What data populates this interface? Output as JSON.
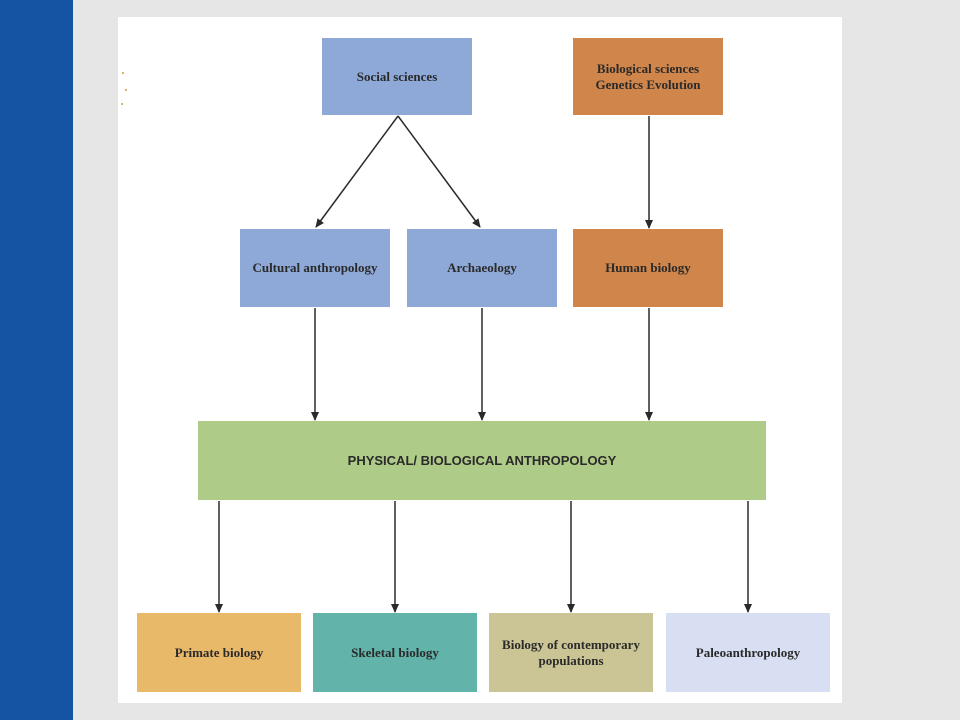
{
  "colors": {
    "sidebar": "#1553a3",
    "background": "#e6e6e6",
    "social_box": "#8ea9d8",
    "bio_box": "#d0854a",
    "physical_box": "#afcb88",
    "primate_box": "#e9b96a",
    "skeletal_box": "#62b3aa",
    "contemporary_box": "#cbc595",
    "paleo_box": "#d9dff2",
    "arrow": "#2a2a2a"
  },
  "diagram": {
    "nodes": {
      "social_sciences": "Social sciences",
      "biological_sciences": "Biological sciences\nGenetics Evolution",
      "cultural_anthropology": "Cultural anthropology",
      "archaeology": "Archaeology",
      "human_biology": "Human biology",
      "physical_biological_anthropology": "PHYSICAL/ BIOLOGICAL ANTHROPOLOGY",
      "primate_biology": "Primate biology",
      "skeletal_biology": "Skeletal biology",
      "biology_contemporary_populations": "Biology of contemporary\npopulations",
      "paleoanthropology": "Paleoanthropology"
    },
    "edges": [
      {
        "from": "social_sciences",
        "to": "cultural_anthropology"
      },
      {
        "from": "social_sciences",
        "to": "archaeology"
      },
      {
        "from": "biological_sciences",
        "to": "human_biology"
      },
      {
        "from": "cultural_anthropology",
        "to": "physical_biological_anthropology"
      },
      {
        "from": "archaeology",
        "to": "physical_biological_anthropology"
      },
      {
        "from": "human_biology",
        "to": "physical_biological_anthropology"
      },
      {
        "from": "physical_biological_anthropology",
        "to": "primate_biology"
      },
      {
        "from": "physical_biological_anthropology",
        "to": "skeletal_biology"
      },
      {
        "from": "physical_biological_anthropology",
        "to": "biology_contemporary_populations"
      },
      {
        "from": "physical_biological_anthropology",
        "to": "paleoanthropology"
      }
    ]
  }
}
